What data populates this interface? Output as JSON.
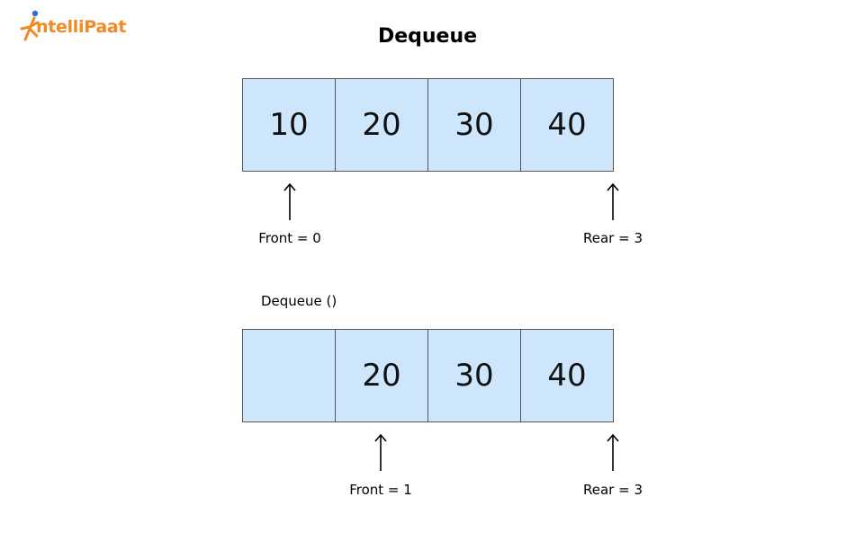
{
  "logo": {
    "text": "ntelliPaat",
    "full_name": "IntelliPaat"
  },
  "title": "Dequeue",
  "before": {
    "cells": [
      "10",
      "20",
      "30",
      "40"
    ],
    "front_label": "Front = 0",
    "rear_label": "Rear = 3"
  },
  "operation_label": "Dequeue ()",
  "after": {
    "cells": [
      "",
      "20",
      "30",
      "40"
    ],
    "front_label": "Front = 1",
    "rear_label": "Rear = 3"
  },
  "colors": {
    "cell_fill": "#cde6fb",
    "cell_border": "#555555",
    "logo_orange": "#f08a24",
    "logo_blue": "#2a6fd6"
  }
}
